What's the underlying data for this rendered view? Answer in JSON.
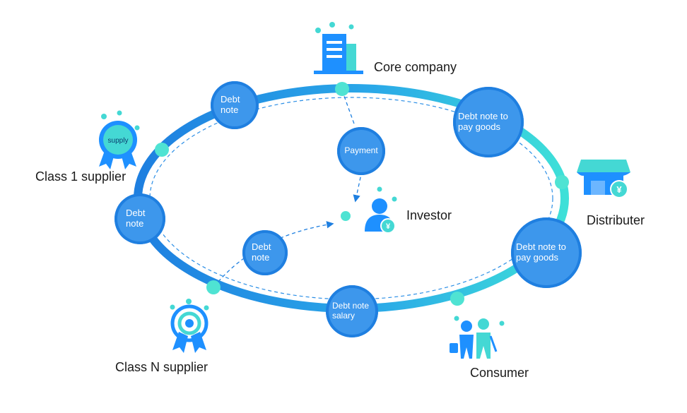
{
  "nodes": {
    "core_company": "Core company",
    "class1_supplier": "Class 1 supplier",
    "classN_supplier": "Class N supplier",
    "investor": "Investor",
    "distributer": "Distributer",
    "consumer": "Consumer"
  },
  "bubbles": {
    "debt_note_top": "Debt note",
    "debt_note_left": "Debt note",
    "debt_note_inner": "Debt note",
    "payment": "Payment",
    "debt_note_goods_top": "Debt note to pay goods",
    "debt_note_goods_right": "Debt note to pay goods",
    "debt_note_salary": "Debt note salary"
  },
  "icons": {
    "supply_badge_text": "supply",
    "yen_symbol": "¥",
    "core_company_icon": "office-building-icon",
    "supplier1_icon": "supply-medal-icon",
    "supplierN_icon": "medal-icon",
    "investor_icon": "investor-person-icon",
    "distributer_icon": "store-icon",
    "consumer_icon": "couple-icon"
  },
  "colors": {
    "ring_dark": "#1e7fe0",
    "ring_light": "#3ee0d8",
    "bubble_fill": "#3d97ec",
    "bubble_border": "#1f7fe0",
    "dot": "#4fe3d3",
    "icon_blue": "#1e90ff",
    "icon_cyan": "#44d8d4"
  }
}
